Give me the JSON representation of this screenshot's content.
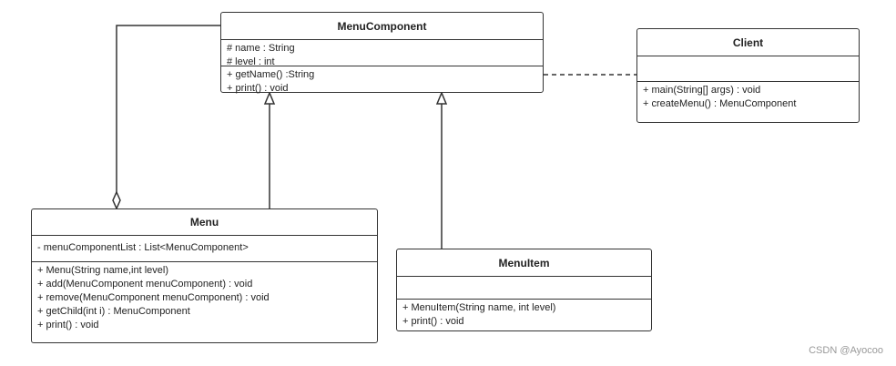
{
  "classes": {
    "menu_component": {
      "name": "MenuComponent",
      "attributes": [
        "# name : String",
        "# level : int"
      ],
      "operations": [
        "+ getName() :String",
        "+ print() : void"
      ]
    },
    "client": {
      "name": "Client",
      "attributes": [],
      "operations": [
        "+ main(String[] args) : void",
        "+ createMenu() : MenuComponent"
      ]
    },
    "menu": {
      "name": "Menu",
      "attributes": [
        "- menuComponentList : List<MenuComponent>"
      ],
      "operations": [
        "+ Menu(String name,int level)",
        "+ add(MenuComponent menuComponent) : void",
        "+ remove(MenuComponent menuComponent) : void",
        "+ getChild(int i) : MenuComponent",
        "+ print() : void"
      ]
    },
    "menu_item": {
      "name": "MenuItem",
      "attributes": [],
      "operations": [
        "+ MenuItem(String name, int level)",
        "+ print() : void"
      ]
    }
  },
  "relationships": [
    {
      "type": "generalization",
      "from": "Menu",
      "to": "MenuComponent"
    },
    {
      "type": "generalization",
      "from": "MenuItem",
      "to": "MenuComponent"
    },
    {
      "type": "aggregation",
      "whole": "Menu",
      "part": "MenuComponent"
    },
    {
      "type": "dependency",
      "from": "Client",
      "to": "MenuComponent"
    }
  ],
  "watermark": "CSDN @Ayocoo",
  "colors": {
    "line": "#333333",
    "text": "#222222",
    "watermark": "#999999"
  }
}
